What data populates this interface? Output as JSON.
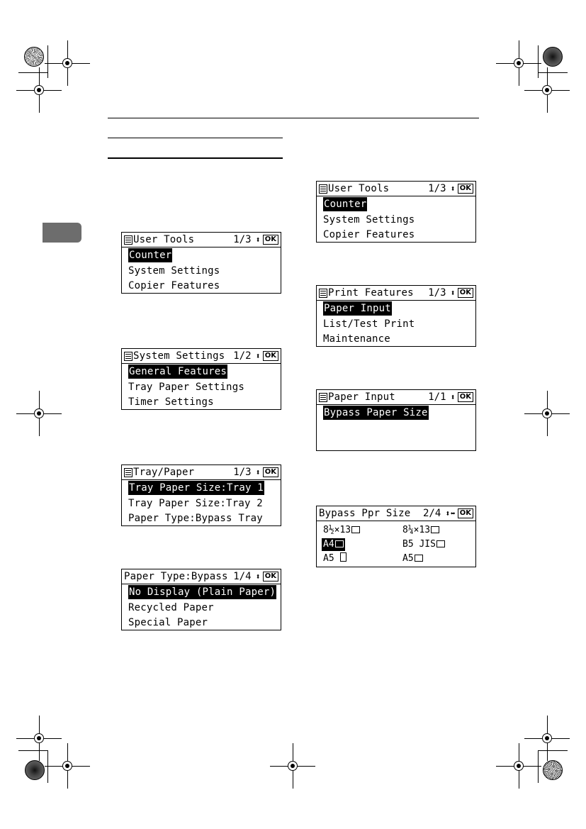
{
  "screens": {
    "user_tools_left": {
      "title": "User Tools",
      "page": "1/3",
      "arrows": "⬍",
      "ok": "OK",
      "items": [
        "Counter",
        "System Settings",
        "Copier Features"
      ]
    },
    "system_settings": {
      "title": "System Settings",
      "page": "1/2",
      "arrows": "⬍",
      "ok": "OK",
      "items": [
        "General Features",
        "Tray Paper Settings",
        "Timer Settings"
      ]
    },
    "tray_paper": {
      "title": "Tray/Paper",
      "page": "1/3",
      "arrows": "⬍",
      "ok": "OK",
      "items": [
        "Tray Paper Size:Tray 1",
        "Tray Paper Size:Tray 2",
        "Paper Type:Bypass Tray"
      ]
    },
    "paper_type_bypass": {
      "title": "Paper Type:Bypass",
      "page": "1/4",
      "arrows": "⬍",
      "ok": "OK",
      "items": [
        "No Display (Plain Paper)",
        "Recycled Paper",
        "Special Paper"
      ]
    },
    "user_tools_right": {
      "title": "User Tools",
      "page": "1/3",
      "arrows": "⬍",
      "ok": "OK",
      "items": [
        "Counter",
        "System Settings",
        "Copier Features"
      ]
    },
    "print_features": {
      "title": "Print Features",
      "page": "1/3",
      "arrows": "⬍",
      "ok": "OK",
      "items": [
        "Paper Input",
        "List/Test Print",
        "Maintenance"
      ]
    },
    "paper_input": {
      "title": "Paper Input",
      "page": "1/1",
      "arrows": "⬍",
      "ok": "OK",
      "items": [
        "Bypass Paper Size"
      ]
    },
    "bypass_ppr_size": {
      "title": "Bypass Ppr Size",
      "page": "2/4",
      "arrows": "⬍⬌",
      "ok": "OK",
      "cells": [
        "8½×13",
        "8¼×13",
        "A4",
        "B5 JIS",
        "A5",
        "A5"
      ]
    }
  }
}
